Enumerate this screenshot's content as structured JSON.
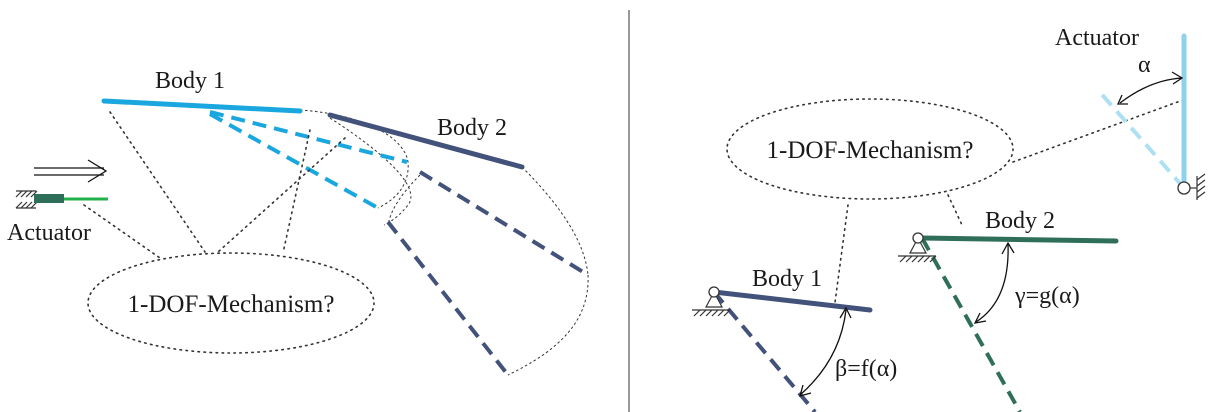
{
  "left_panel": {
    "body1_label": "Body 1",
    "body2_label": "Body 2",
    "actuator_label": "Actuator",
    "mechanism_label": "1-DOF-Mechanism?"
  },
  "right_panel": {
    "actuator_label": "Actuator",
    "alpha_label": "α",
    "mechanism_label": "1-DOF-Mechanism?",
    "body1_label": "Body 1",
    "body2_label": "Body 2",
    "beta_label": "β=f(α)",
    "gamma_label": "γ=g(α)"
  },
  "colors": {
    "body1_left": "#1aa6de",
    "body2": "#43527a",
    "actuator_left_housing": "#2f6f5a",
    "actuator_left_rod": "#22b24c",
    "actuator_right": "#8fd0ec",
    "body2_right": "#2f6f5a",
    "divider": "#555555"
  }
}
